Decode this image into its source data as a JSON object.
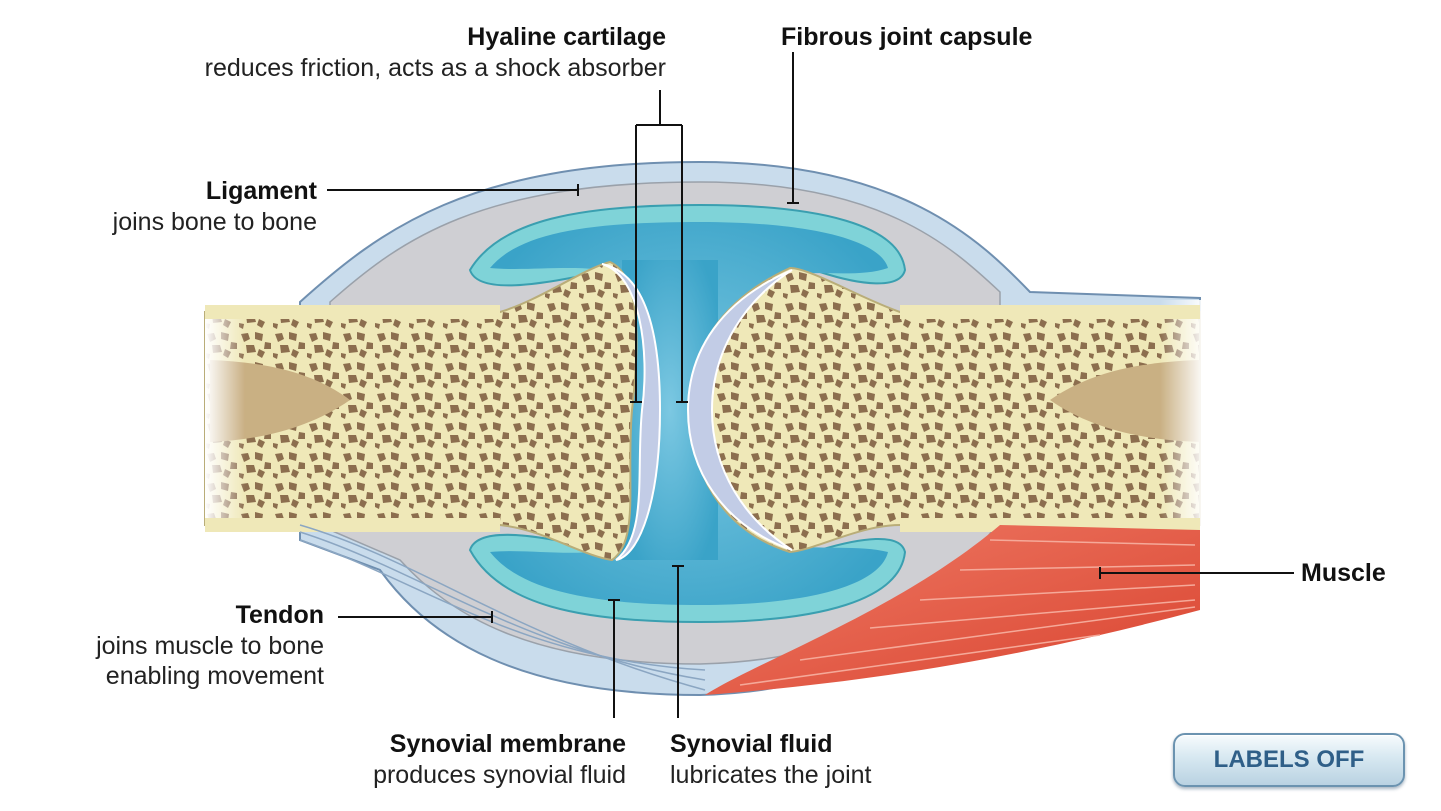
{
  "labels": {
    "hyaline_cartilage": {
      "title": "Hyaline cartilage",
      "desc": "reduces friction, acts as a shock absorber"
    },
    "fibrous_capsule": {
      "title": "Fibrous joint capsule"
    },
    "ligament": {
      "title": "Ligament",
      "desc": "joins bone to bone"
    },
    "tendon": {
      "title": "Tendon",
      "desc_line1": "joins muscle to bone",
      "desc_line2": "enabling movement"
    },
    "synovial_membrane": {
      "title": "Synovial membrane",
      "desc": "produces synovial fluid"
    },
    "synovial_fluid": {
      "title": "Synovial fluid",
      "desc": "lubricates the joint"
    },
    "muscle": {
      "title": "Muscle"
    }
  },
  "controls": {
    "labels_toggle": "LABELS OFF"
  },
  "colors": {
    "bone": "#efe8b8",
    "bone_pore": "#8c6e4e",
    "marrow": "#c9b083",
    "capsule_outer": "#c9dcec",
    "capsule_gray": "#cfcfd3",
    "synovial_fluid": "#5db8d6",
    "synovial_membrane": "#7fd3d8",
    "cartilage": "#c2cce6",
    "muscle": "#e8604c",
    "leader_line": "#111111",
    "button_text": "#2f5f88"
  }
}
